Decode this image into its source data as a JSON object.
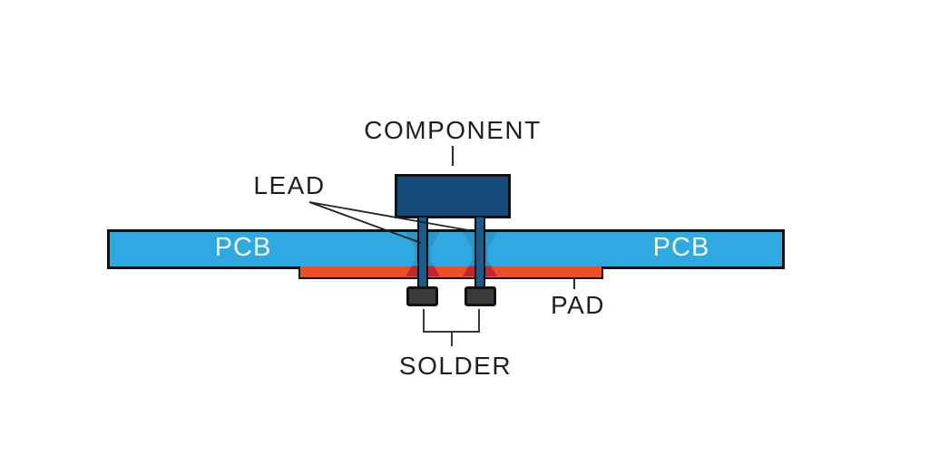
{
  "labels": {
    "component": "COMPONENT",
    "lead": "LEAD",
    "pcb_left": "PCB",
    "pcb_right": "PCB",
    "pad": "PAD",
    "solder": "SOLDER"
  },
  "colors": {
    "background": "#FFFFFF",
    "pcb": "#2FA9E1",
    "pcb_hole_barrel": "#2C97C5",
    "pad": "#F04E23",
    "pad_hole_barrel": "#C1272D",
    "component_body": "#164A7B",
    "lead": "#1B5A8C",
    "solder_joint": "#3B3B3D",
    "outline": "#111111",
    "label_text": "#1F1F1F",
    "pcb_label_text": "#F2FAFD"
  }
}
